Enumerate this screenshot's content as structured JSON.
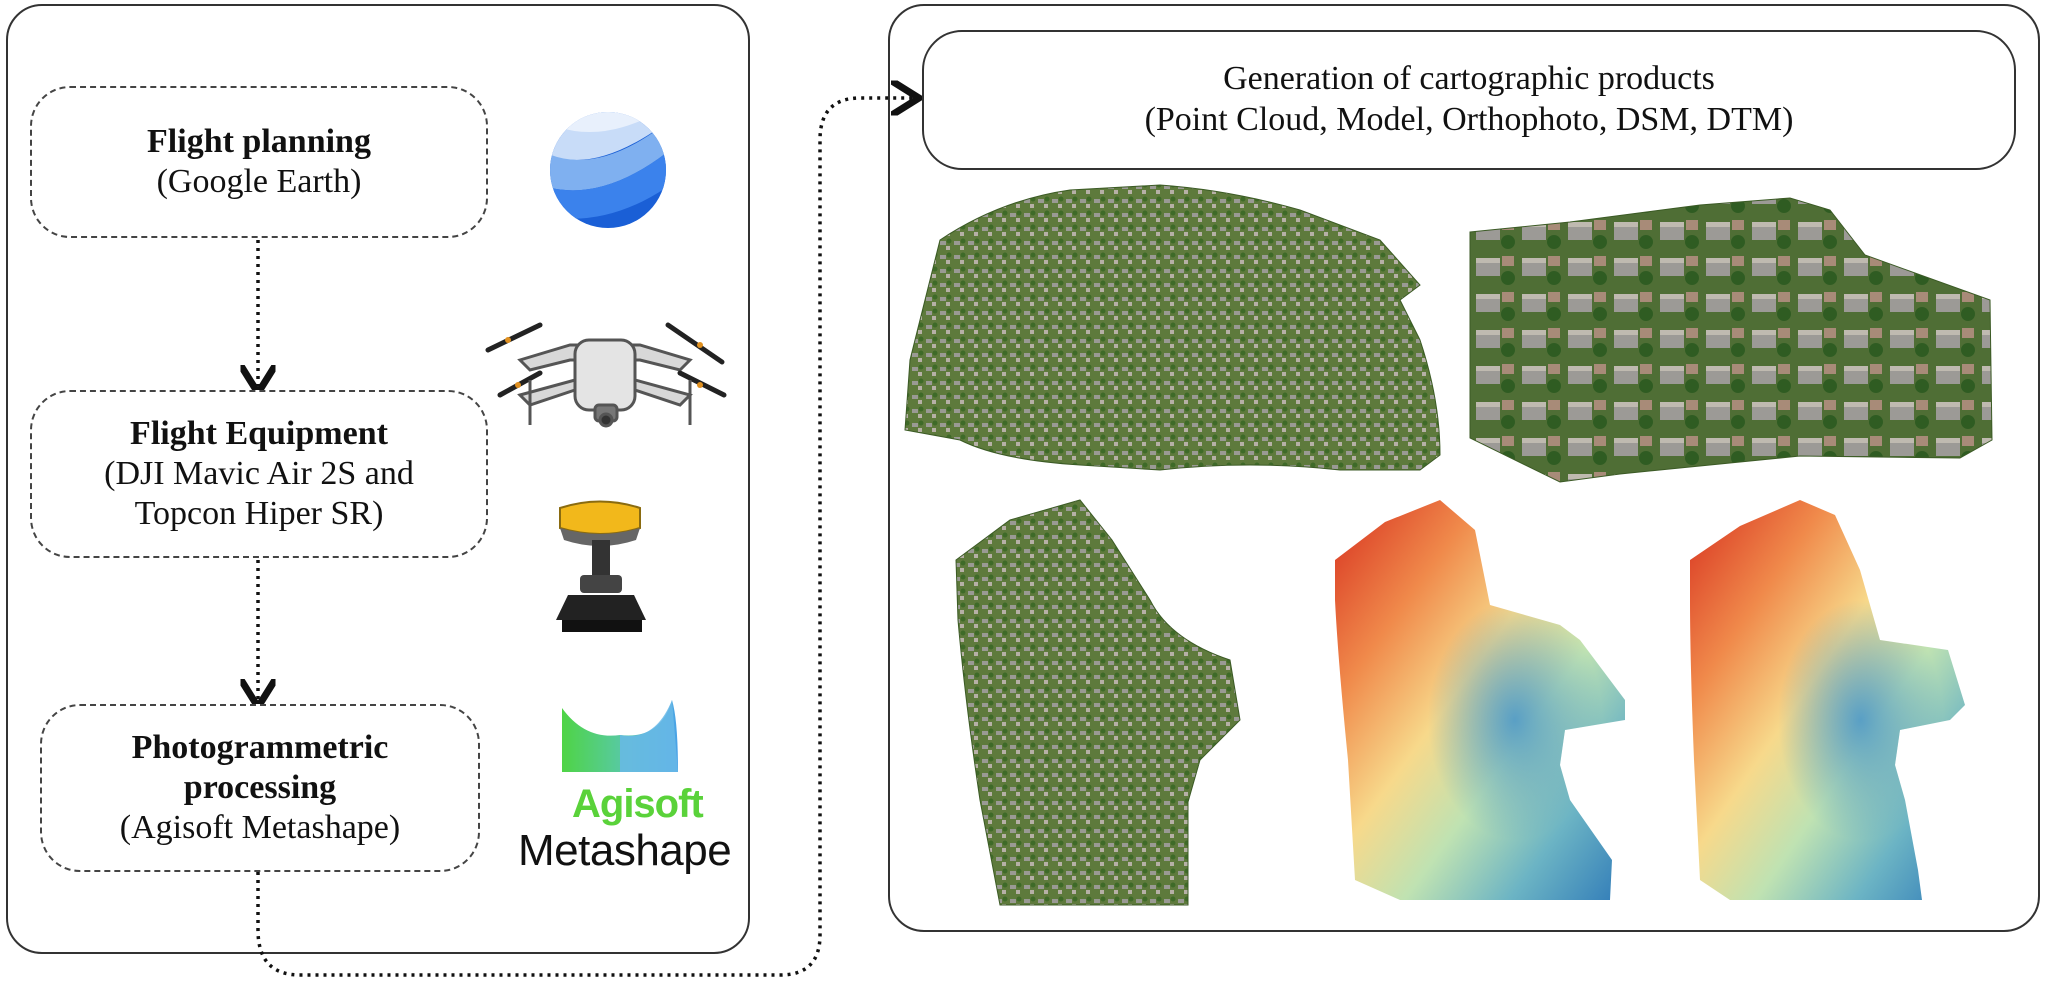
{
  "steps": {
    "planning": {
      "title": "Flight planning",
      "subtitle": "(Google Earth)"
    },
    "equipment": {
      "title": "Flight Equipment",
      "line2": "(DJI Mavic Air 2S and",
      "line3": "Topcon Hiper SR)"
    },
    "processing": {
      "title1": "Photogrammetric",
      "title2": "processing",
      "subtitle": "(Agisoft Metashape)"
    }
  },
  "products": {
    "line1": "Generation of cartographic products",
    "line2": "(Point Cloud, Model, Orthophoto, DSM, DTM)"
  },
  "logos": {
    "agisoft": "Agisoft",
    "metashape": "Metashape"
  },
  "icons": {
    "google_earth": "google-earth-icon",
    "drone": "drone-icon",
    "gnss": "gnss-receiver-icon"
  },
  "colors": {
    "border": "#333333",
    "earth_blue": "#1a73e8",
    "agisoft_green": "#5ad23a",
    "dsm_red": "#d7301f",
    "dsm_blue": "#3a87c0"
  }
}
